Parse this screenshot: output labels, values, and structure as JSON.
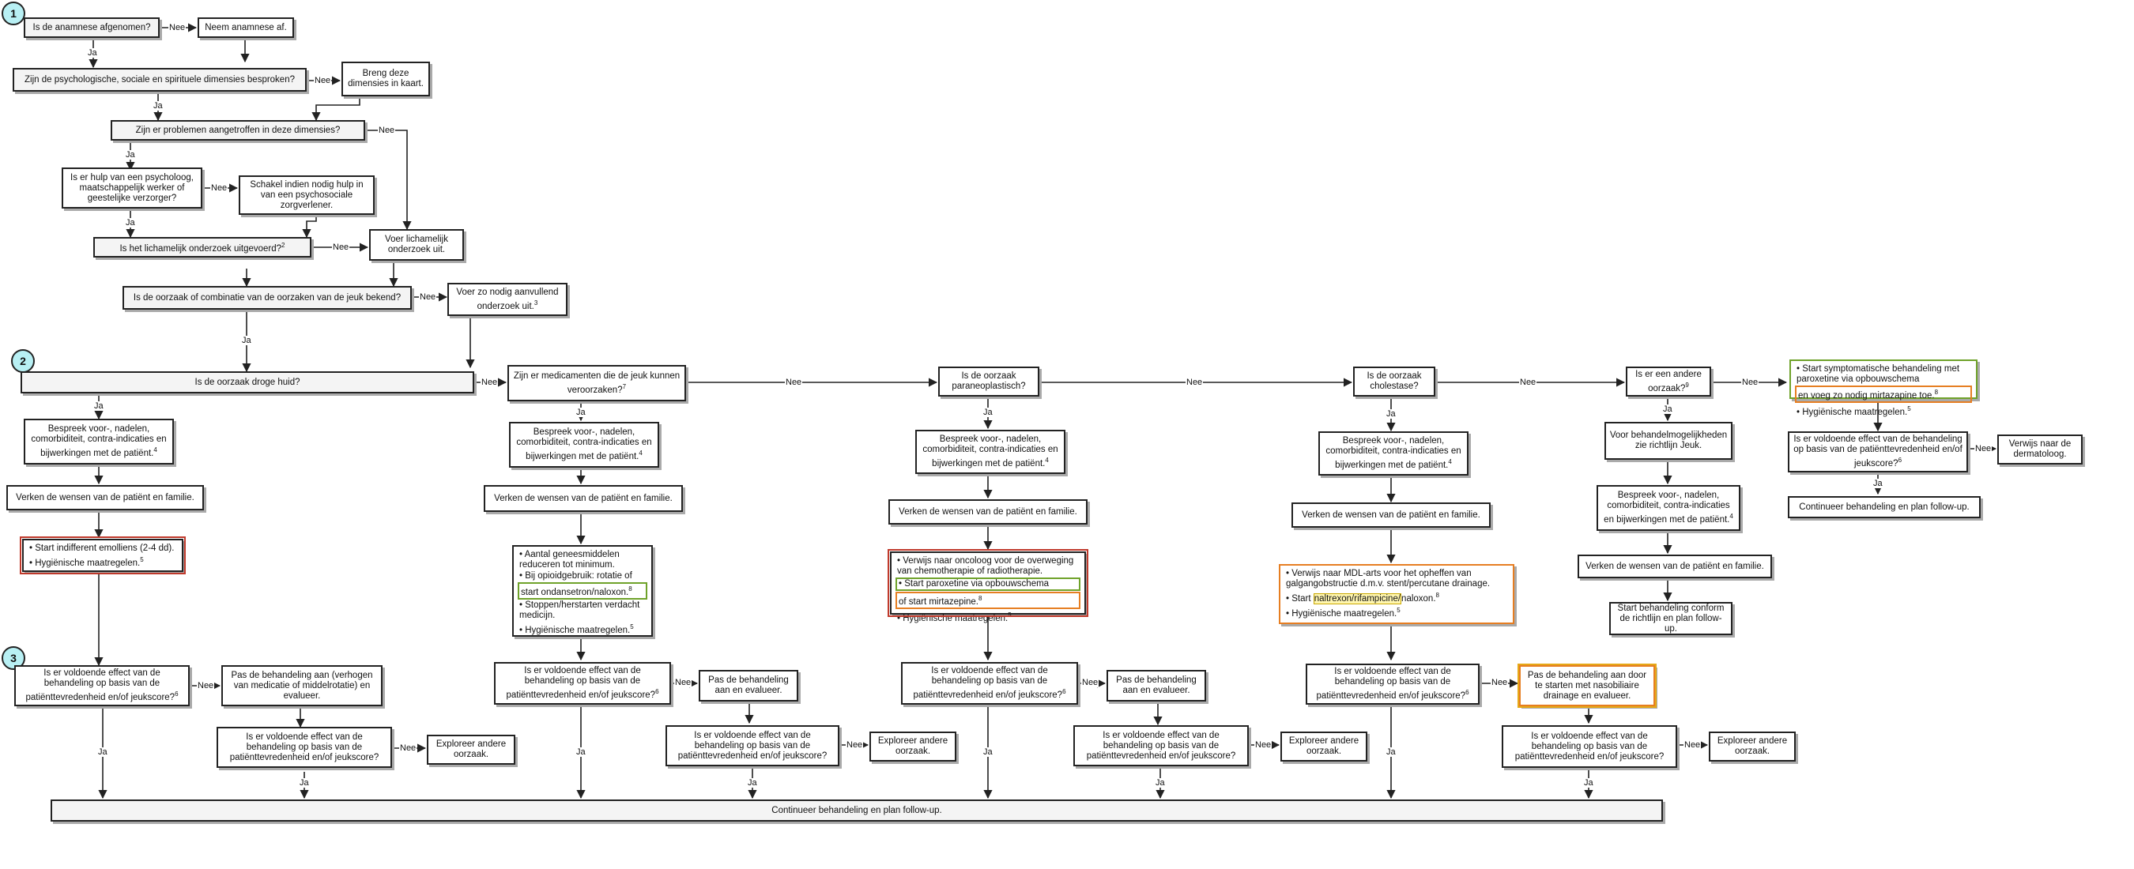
{
  "badges": [
    "1",
    "2",
    "3"
  ],
  "labels": {
    "yes": "Ja",
    "no": "Nee"
  },
  "section1": {
    "q_anamnese": "Is de anamnese afgenomen?",
    "a_anamnese": "Neem anamnese af.",
    "q_dimensies": "Zijn de psychologische, sociale en spirituele dimensies besproken?",
    "a_dimensies": "Breng deze dimensies in kaart.",
    "q_problemen": "Zijn er problemen aangetroffen in deze dimensies?",
    "q_hulp": "Is er hulp van een psycholoog, maatschappelijk werker of geestelijke verzorger?",
    "a_hulp": "Schakel indien nodig hulp in van een psychosociale zorgverlener.",
    "q_lichamelijk": "Is het lichamelijk onderzoek uitgevoerd?",
    "q_lichamelijk_sup": "2",
    "a_lichamelijk": "Voer lichamelijk onderzoek uit.",
    "q_oorzaak": "Is de oorzaak of combinatie van de oorzaken van de jeuk bekend?",
    "a_oorzaak": "Voer zo nodig aanvullend onderzoek uit.",
    "a_oorzaak_sup": "3"
  },
  "section2": {
    "q_droge_huid": "Is de oorzaak droge huid?",
    "q_medicamenten": "Zijn er medicamenten die de jeuk kunnen veroorzaken?",
    "q_medicamenten_sup": "7",
    "q_paraneo": "Is de oorzaak paraneoplastisch?",
    "q_cholestase": "Is de oorzaak cholestase?",
    "q_andere": "Is er een andere oorzaak?",
    "q_andere_sup": "9",
    "bespreek": "Bespreek voor-, nadelen, comorbiditeit, contra-indicaties en bijwerkingen met de patiënt.",
    "bespreek_sup": "4",
    "wensen": "Verken de wensen van de patiënt en familie.",
    "col1_list": [
      "Start indifferent emolliens (2-4 dd).",
      "Hygiënische maatregelen."
    ],
    "col1_sup": "5",
    "col2_list": [
      "Aantal geneesmiddelen reduceren tot minimum.",
      "Bij opioidgebruik: rotatie of",
      "start ondansetron/naloxon.",
      "Stoppen/herstarten verdacht medicijn.",
      "Hygiënische maatregelen."
    ],
    "col2_sup_a": "8",
    "col2_sup_b": "5",
    "col3_list": [
      "Verwijs naar oncoloog voor de overweging van chemotherapie of radiotherapie.",
      "Start paroxetine via opbouwschema",
      "of start mirtazepine.",
      "Hygiënische maatregelen."
    ],
    "col3_sup_a": "8",
    "col3_sup_b": "5",
    "col4_list": [
      "Verwijs naar MDL-arts voor het opheffen van galgangobstructie d.m.v. stent/percutane drainage.",
      "Start",
      "naltrexon/rifampicine/",
      "naloxon.",
      "Hygiënische maatregelen."
    ],
    "col4_sup_a": "8",
    "col4_sup_b": "5",
    "col5_list": [
      "Start symptomatische behandeling met paroxetine via opbouwschema",
      "en voeg zo nodig mirtazapine toe.",
      "Hygiënische maatregelen."
    ],
    "col5_sup_a": "8",
    "col5_sup_b": "5",
    "col5_mogelijk": "Voor behandelmogelijkheden zie richtlijn Jeuk.",
    "col5_start": "Start behandeling conform de richtlijn en plan follow-up.",
    "verwijs_derm": "Verwijs naar de dermatoloog.",
    "continueer_small": "Continueer behandeling en plan follow-up."
  },
  "section3": {
    "q_effect": "Is er voldoende effect van de behandeling op basis van de patiënttevredenheid en/of jeukscore?",
    "q_effect_sup": "6",
    "q_effect2": "Is er voldoende effect van de behandeling op basis van de patiënttevredenheid en/of jeukscore?",
    "pas_aan_1": "Pas de behandeling aan (verhogen van medicatie of middelrotatie) en evalueer.",
    "pas_aan": "Pas de behandeling aan en evalueer.",
    "pas_aan_4": "Pas de behandeling aan door te starten met nasobiliaire drainage en evalueer.",
    "exploreer": "Exploreer andere oorzaak.",
    "continueer": "Continueer behandeling en plan follow-up."
  }
}
